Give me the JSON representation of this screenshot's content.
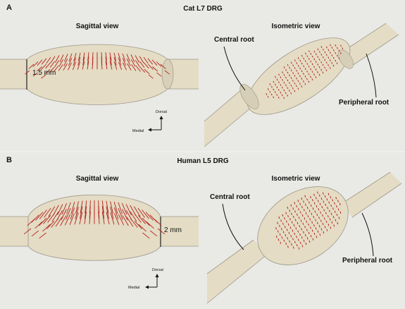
{
  "panel_a": {
    "letter": "A",
    "title": "Cat L7 DRG",
    "sagittal_label": "Sagittal view",
    "isometric_label": "Isometric view",
    "scale_label": "1.5 mm",
    "central_root_label": "Central root",
    "peripheral_root_label": "Peripheral root",
    "axis_dorsal": "Dorsal",
    "axis_medial": "Medial"
  },
  "panel_b": {
    "letter": "B",
    "title": "Human L5 DRG",
    "sagittal_label": "Sagittal view",
    "isometric_label": "Isometric view",
    "scale_label": "2 mm",
    "central_root_label": "Central root",
    "peripheral_root_label": "Peripheral root",
    "axis_dorsal": "Dorsal",
    "axis_medial": "Medial"
  },
  "colors": {
    "tissue": "#e4dcc4",
    "tissue_stroke": "#9c9787",
    "fibers": "#b3231f"
  }
}
